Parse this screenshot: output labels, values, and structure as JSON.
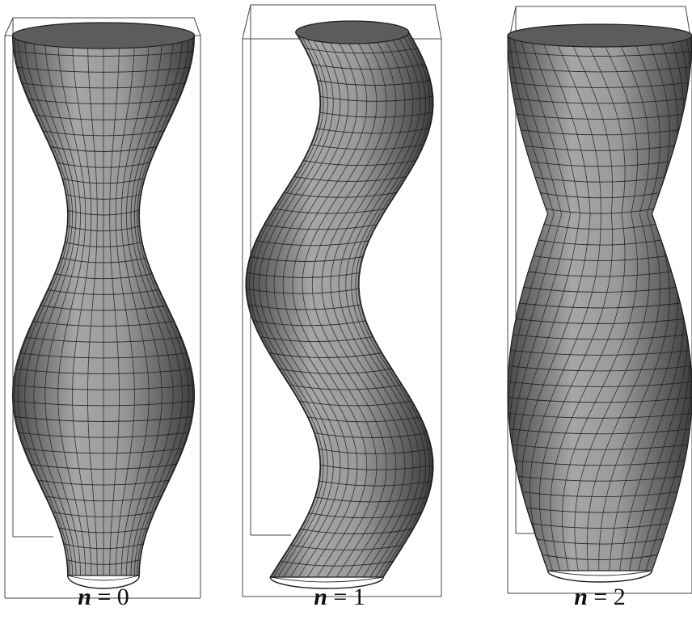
{
  "figures": [
    {
      "n_label": "n",
      "eq": "=",
      "n_value": "0"
    },
    {
      "n_label": "n",
      "eq": "=",
      "n_value": "1"
    },
    {
      "n_label": "n",
      "eq": "=",
      "n_value": "2"
    }
  ],
  "colors": {
    "surface": "#8a8a8a",
    "mesh": "#1e1e1e",
    "box": "#444444"
  }
}
